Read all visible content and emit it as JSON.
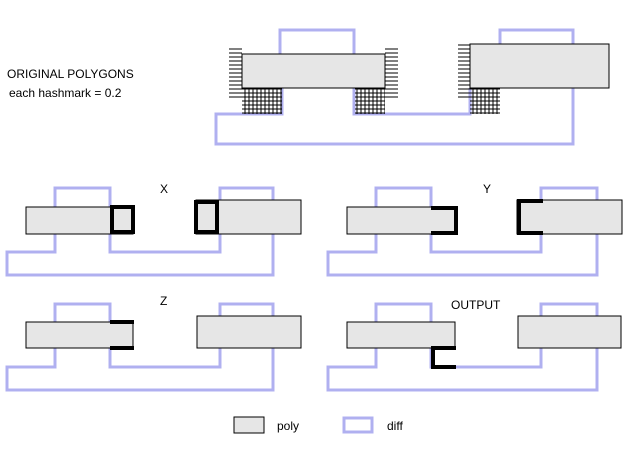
{
  "title_line1": "ORIGINAL POLYGONS",
  "title_line2": "each hashmark = 0.2",
  "panel_x_label": "X",
  "panel_y_label": "Y",
  "panel_z_label": "Z",
  "panel_output_label": "OUTPUT",
  "legend": {
    "poly_label": "poly",
    "diff_label": "diff"
  },
  "colors": {
    "poly_fill": "#e6e6e6",
    "poly_stroke": "#000000",
    "diff_stroke": "#b0b0f0",
    "edge": "#000000"
  }
}
